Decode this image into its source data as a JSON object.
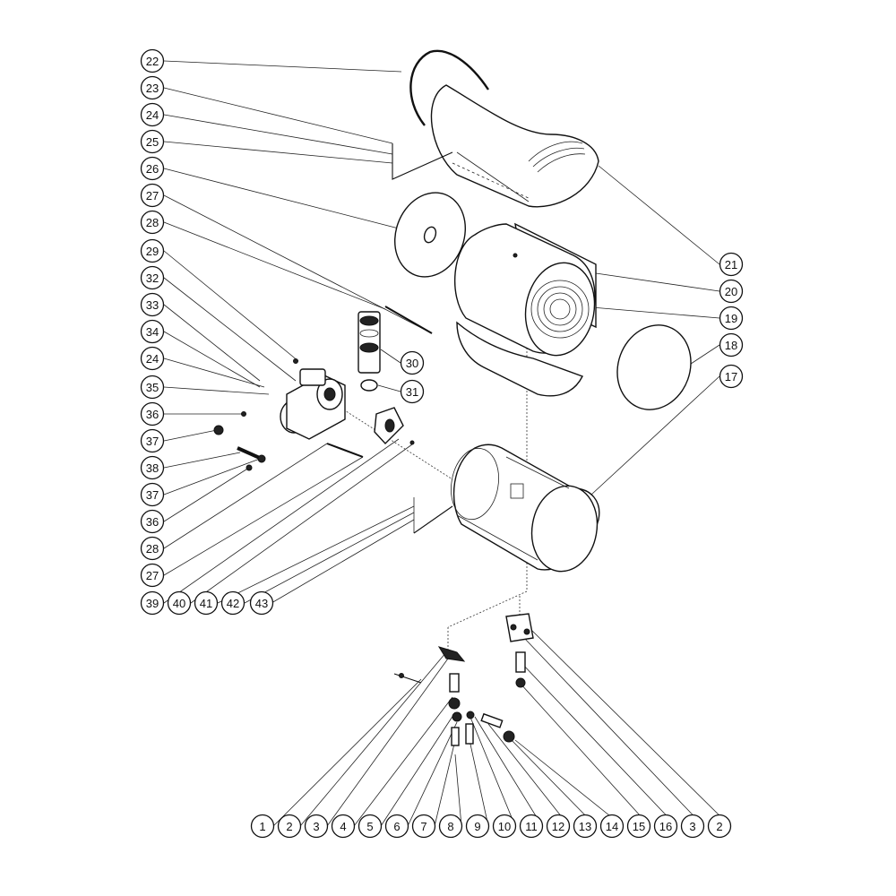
{
  "callouts": [
    {
      "label": "22"
    },
    {
      "label": "23"
    },
    {
      "label": "24"
    },
    {
      "label": "25"
    },
    {
      "label": "26"
    },
    {
      "label": "27"
    },
    {
      "label": "28"
    },
    {
      "label": "29"
    },
    {
      "label": "32"
    },
    {
      "label": "33"
    },
    {
      "label": "34"
    },
    {
      "label": "24"
    },
    {
      "label": "35"
    },
    {
      "label": "36"
    },
    {
      "label": "37"
    },
    {
      "label": "38"
    },
    {
      "label": "37"
    },
    {
      "label": "36"
    },
    {
      "label": "28"
    },
    {
      "label": "27"
    },
    {
      "label": "39"
    },
    {
      "label": "40"
    },
    {
      "label": "41"
    },
    {
      "label": "42"
    },
    {
      "label": "43"
    },
    {
      "label": "21"
    },
    {
      "label": "20"
    },
    {
      "label": "19"
    },
    {
      "label": "18"
    },
    {
      "label": "17"
    },
    {
      "label": "30"
    },
    {
      "label": "31"
    },
    {
      "label": "1"
    },
    {
      "label": "2"
    },
    {
      "label": "3"
    },
    {
      "label": "4"
    },
    {
      "label": "5"
    },
    {
      "label": "6"
    },
    {
      "label": "7"
    },
    {
      "label": "8"
    },
    {
      "label": "9"
    },
    {
      "label": "10"
    },
    {
      "label": "11"
    },
    {
      "label": "12"
    },
    {
      "label": "13"
    },
    {
      "label": "14"
    },
    {
      "label": "15"
    },
    {
      "label": "16"
    },
    {
      "label": "3"
    },
    {
      "label": "2"
    }
  ]
}
